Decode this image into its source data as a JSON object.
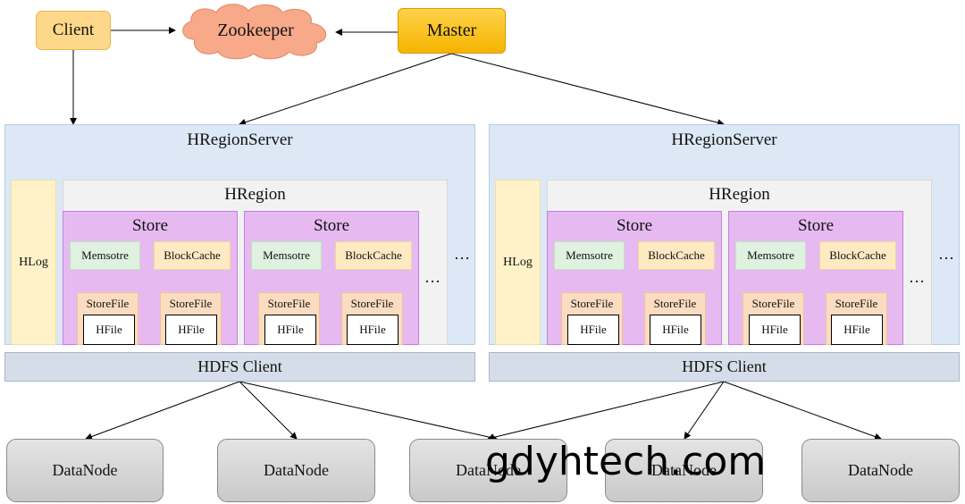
{
  "top": {
    "client": "Client",
    "zookeeper": "Zookeeper",
    "master": "Master"
  },
  "servers": [
    {
      "title": "HRegionServer",
      "hlog": "HLog",
      "hregion_title": "HRegion",
      "stores": [
        {
          "title": "Store",
          "memstore": "Memsotre",
          "blockcache": "BlockCache",
          "storefiles": [
            {
              "label": "StoreFile",
              "hfile": "HFile"
            },
            {
              "label": "StoreFile",
              "hfile": "HFile"
            }
          ]
        },
        {
          "title": "Store",
          "memstore": "Memsotre",
          "blockcache": "BlockCache",
          "storefiles": [
            {
              "label": "StoreFile",
              "hfile": "HFile"
            },
            {
              "label": "StoreFile",
              "hfile": "HFile"
            }
          ]
        }
      ],
      "store_ellipsis": "…",
      "region_ellipsis": "…",
      "hdfs_client": "HDFS Client"
    },
    {
      "title": "HRegionServer",
      "hlog": "HLog",
      "hregion_title": "HRegion",
      "stores": [
        {
          "title": "Store",
          "memstore": "Memsotre",
          "blockcache": "BlockCache",
          "storefiles": [
            {
              "label": "StoreFile",
              "hfile": "HFile"
            },
            {
              "label": "StoreFile",
              "hfile": "HFile"
            }
          ]
        },
        {
          "title": "Store",
          "memstore": "Memsotre",
          "blockcache": "BlockCache",
          "storefiles": [
            {
              "label": "StoreFile",
              "hfile": "HFile"
            },
            {
              "label": "StoreFile",
              "hfile": "HFile"
            }
          ]
        }
      ],
      "store_ellipsis": "…",
      "region_ellipsis": "…",
      "hdfs_client": "HDFS Client"
    }
  ],
  "datanodes": [
    "DataNode",
    "DataNode",
    "DataNode",
    "DataNode",
    "DataNode"
  ],
  "watermark": "gdyhtech.com"
}
